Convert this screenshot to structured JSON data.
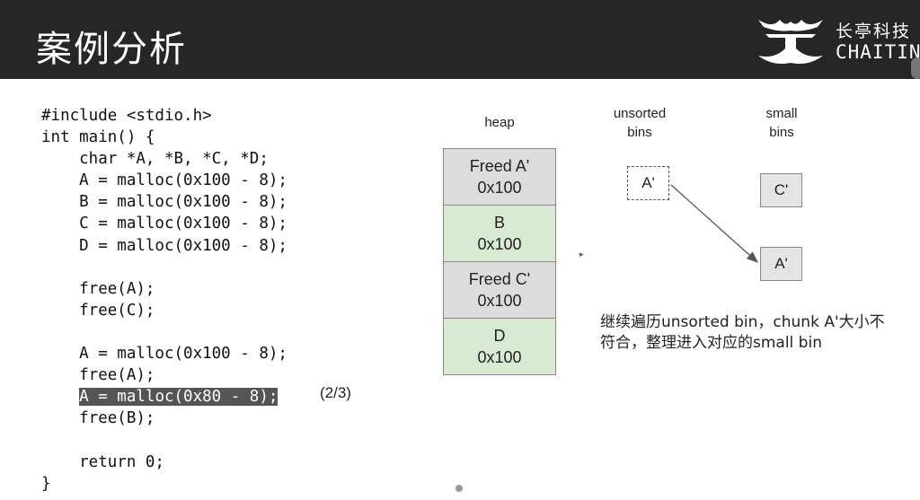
{
  "header": {
    "title": "案例分析",
    "logo_cn": "长亭科技",
    "logo_en": "CHAITIN"
  },
  "code": {
    "lines": [
      "#include <stdio.h>",
      "int main() {",
      "    char *A, *B, *C, *D;",
      "    A = malloc(0x100 - 8);",
      "    B = malloc(0x100 - 8);",
      "    C = malloc(0x100 - 8);",
      "    D = malloc(0x100 - 8);",
      "",
      "    free(A);",
      "    free(C);",
      "",
      "    A = malloc(0x100 - 8);",
      "    free(A);",
      "    A = malloc(0x80 - 8);",
      "    free(B);",
      "",
      "    return 0;",
      "}"
    ],
    "indent": "    ",
    "highlighted_code": "A = malloc(0x80 - 8);"
  },
  "step": "(2/3)",
  "heap": {
    "label": "heap",
    "blocks": [
      {
        "name": "Freed A'",
        "size": "0x100"
      },
      {
        "name": "B",
        "size": "0x100"
      },
      {
        "name": "Freed C'",
        "size": "0x100"
      },
      {
        "name": "D",
        "size": "0x100"
      }
    ]
  },
  "bins": {
    "unsorted_label_1": "unsorted",
    "unsorted_label_2": "bins",
    "small_label_1": "small",
    "small_label_2": "bins",
    "unsorted_chunk": "A'",
    "small_chunk_top": "C'",
    "small_chunk_moved": "A'"
  },
  "note": "继续遍历unsorted bin，chunk A'大小不符合，整理进入对应的small bin",
  "colors": {
    "topbar": "#262626",
    "freed": "#dcdcdc",
    "in_use": "#d9ead3",
    "highlight": "#555555"
  }
}
